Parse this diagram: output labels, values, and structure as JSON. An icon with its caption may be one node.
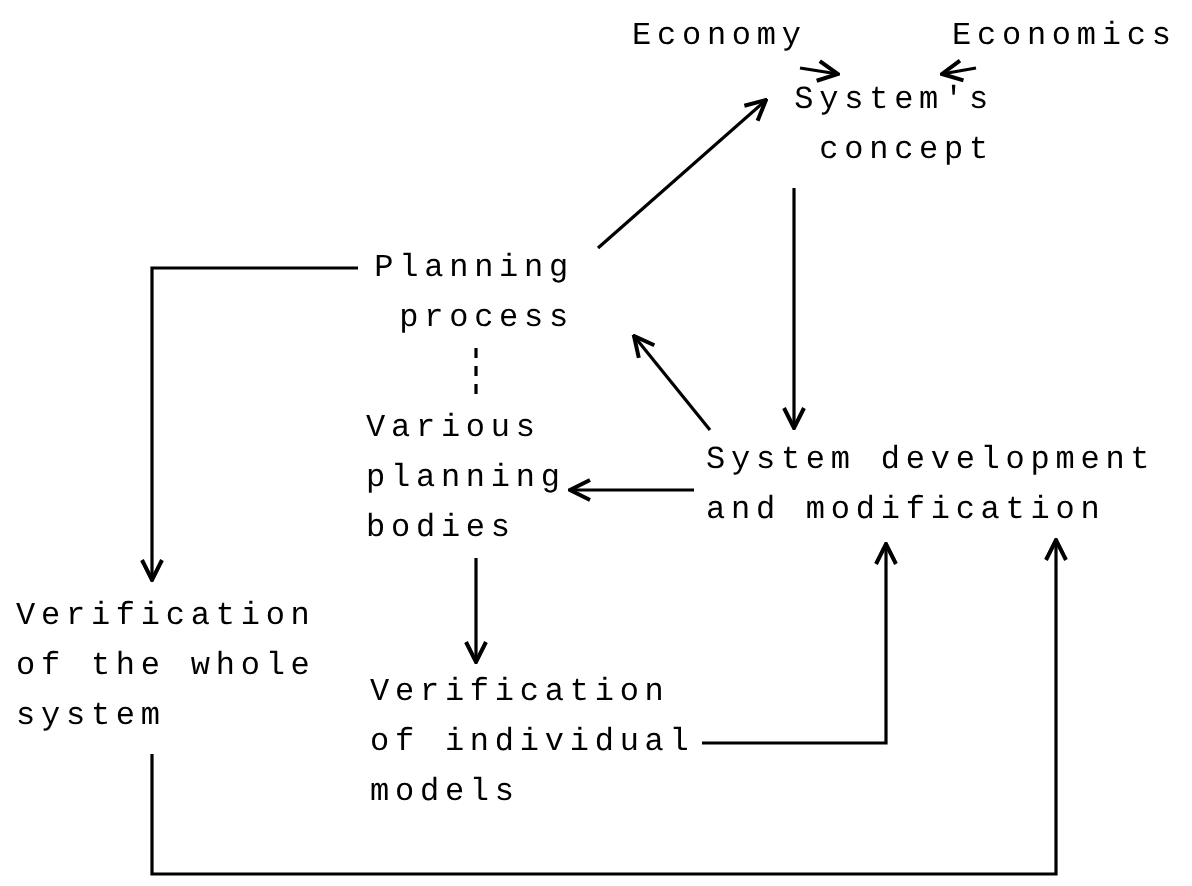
{
  "diagram": {
    "nodes": [
      {
        "text": [
          "Economy"
        ]
      },
      {
        "text": [
          "Economics"
        ]
      },
      {
        "text": [
          "System's concept"
        ]
      },
      {
        "text": [
          "Planning process"
        ]
      },
      {
        "text": [
          "Various planning bodies"
        ]
      },
      {
        "text": [
          "System development and modification"
        ]
      },
      {
        "text": [
          "Verification of the whole system"
        ]
      },
      {
        "text": [
          "Verification of individual models"
        ]
      }
    ],
    "edges": [
      {
        "from": 0,
        "to": 2,
        "arrow": "to"
      },
      {
        "from": 1,
        "to": 2,
        "arrow": "to"
      },
      {
        "from": 3,
        "to": 2,
        "arrow": "to"
      },
      {
        "from": 2,
        "to": 5,
        "arrow": "to"
      },
      {
        "from": 5,
        "to": 3,
        "arrow": "to"
      },
      {
        "from": 3,
        "to": 4,
        "arrow": "none",
        "style": "dashed"
      },
      {
        "from": 5,
        "to": 4,
        "arrow": "to"
      },
      {
        "from": 4,
        "to": 7,
        "arrow": "to"
      },
      {
        "from": 7,
        "to": 5,
        "arrow": "to"
      },
      {
        "from": 3,
        "to": 6,
        "arrow": "to"
      },
      {
        "from": 6,
        "to": 5,
        "arrow": "to"
      }
    ]
  }
}
